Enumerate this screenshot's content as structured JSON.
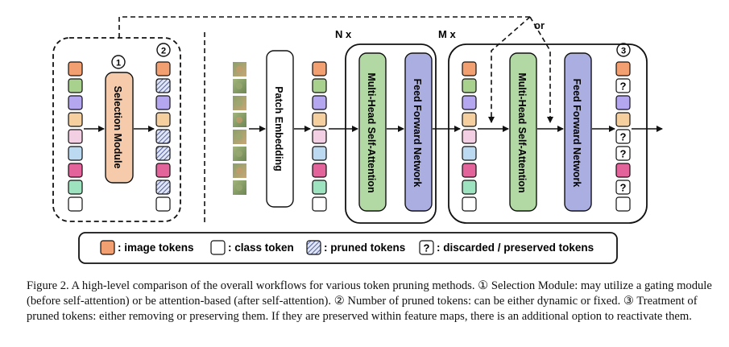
{
  "diagram": {
    "selection_module_label": "Selection Module",
    "patch_embedding_label": "Patch Embedding",
    "mhsa_label": "Multi-Head Self-Attention",
    "ffn_label": "Feed Forward Network",
    "n_repeat_label": "N x",
    "m_repeat_label": "M x",
    "or_label": "or",
    "step_markers": [
      "1",
      "2",
      "3"
    ],
    "discarded_token_glyph": "?"
  },
  "legend": {
    "image_tokens": "image tokens",
    "class_token": "class token",
    "pruned_tokens": "pruned tokens",
    "discarded_preserved_tokens": "discarded / preserved tokens",
    "separator": ":"
  },
  "token_colors": {
    "orange": "#f2a071",
    "green": "#a9d18e",
    "purple": "#b4a7f0",
    "tan": "#f5d09e",
    "pink": "#f3cfe3",
    "blue": "#bcd9f2",
    "magenta": "#e2649b",
    "mint": "#9de3c0",
    "white": "#ffffff"
  },
  "block_colors": {
    "selection_module": "#f6cbab",
    "mhsa": "#b2d9a3",
    "ffn": "#aaaee0"
  },
  "caption": "Figure 2. A high-level comparison of the overall workflows for various token pruning methods. ① Selection Module: may utilize a gating module (before self-attention) or be attention-based (after self-attention). ② Number of pruned tokens: can be either dynamic or fixed. ③ Treatment of pruned tokens: either removing or preserving them. If they are preserved within feature maps, there is an additional option to reactivate them."
}
